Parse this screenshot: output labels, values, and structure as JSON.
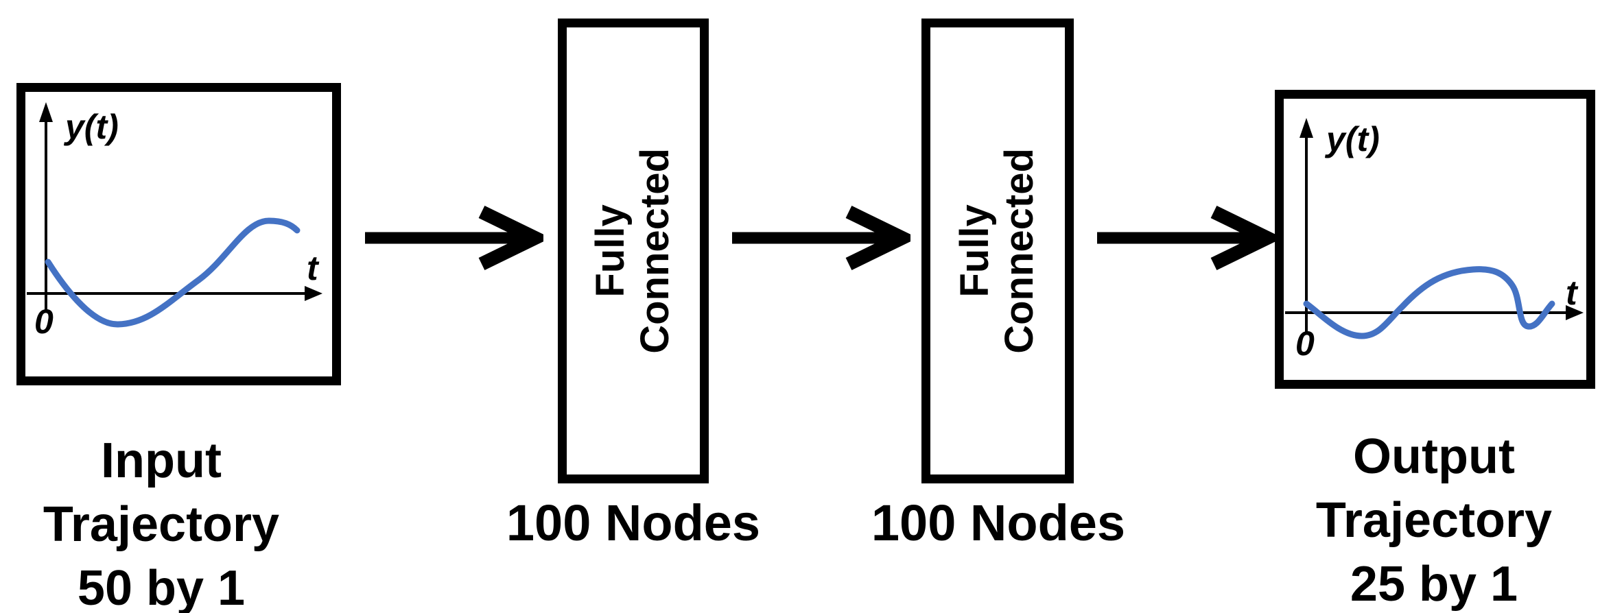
{
  "figure": {
    "colors": {
      "background": "#FFFFFF",
      "ink": "#000000",
      "curve": "#4472C4"
    },
    "input_plot": {
      "y_axis_label": "y(t)",
      "x_axis_label": "t",
      "origin_label": "0",
      "caption_lines": [
        "Input",
        "Trajectory",
        "50 by 1"
      ]
    },
    "output_plot": {
      "y_axis_label": "y(t)",
      "x_axis_label": "t",
      "origin_label": "0",
      "caption_lines": [
        "Output",
        "Trajectory",
        "25 by 1"
      ]
    },
    "layers": [
      {
        "label_lines": [
          "Fully",
          "Connected"
        ],
        "caption": "100 Nodes"
      },
      {
        "label_lines": [
          "Fully",
          "Connected"
        ],
        "caption": "100 Nodes"
      }
    ]
  }
}
